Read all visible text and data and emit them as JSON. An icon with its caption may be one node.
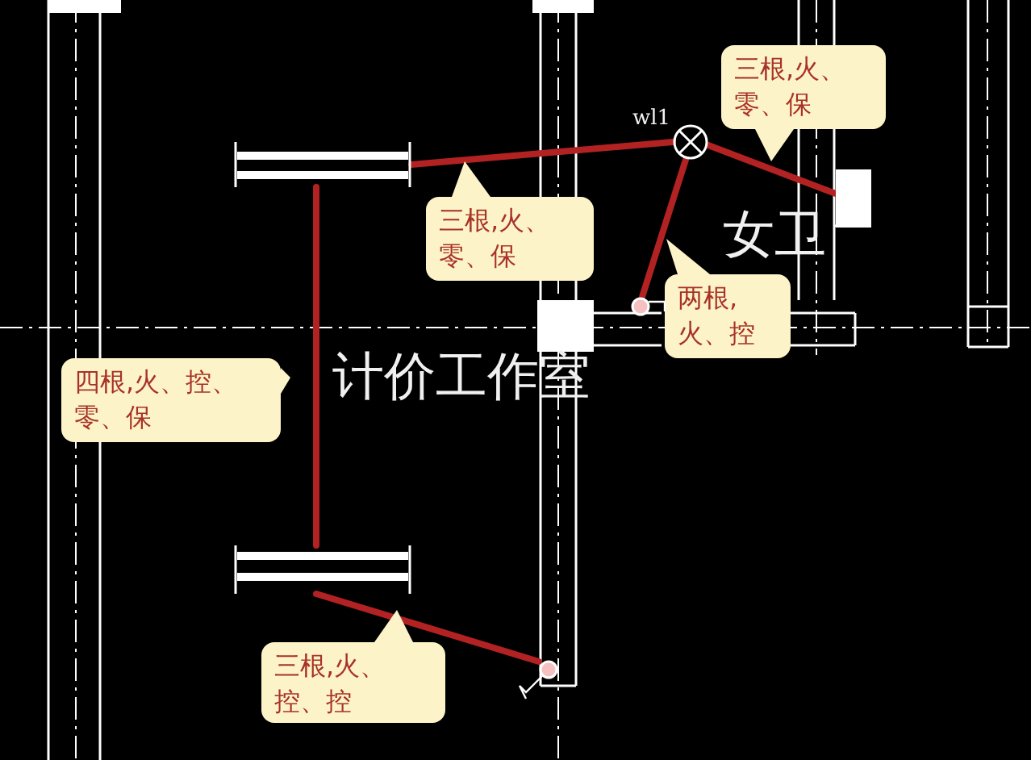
{
  "diagram": {
    "nodes": [
      {
        "text": [
          "三根,火、零、保"
        ]
      },
      {
        "text": [
          "三根,火、零、保"
        ]
      },
      {
        "text": [
          "两根,火、控"
        ]
      },
      {
        "text": [
          "四根,火、控、零、保"
        ]
      },
      {
        "text": [
          "三根,火、控、控"
        ]
      },
      {
        "text": [],
        "shape": "bar"
      },
      {
        "text": [],
        "shape": "circle"
      },
      {
        "text": [],
        "shape": "box"
      },
      {
        "text": [],
        "shape": "circle"
      },
      {
        "text": [],
        "shape": "bar"
      },
      {
        "text": [],
        "shape": "circle"
      }
    ],
    "edges": [
      {
        "from": 5,
        "to": 6,
        "arrow": "none"
      },
      {
        "from": 6,
        "to": 7,
        "arrow": "none"
      },
      {
        "from": 6,
        "to": 8,
        "arrow": "none"
      },
      {
        "from": 5,
        "to": 9,
        "arrow": "none"
      },
      {
        "from": 9,
        "to": 10,
        "arrow": "none"
      }
    ],
    "labels": [
      "wl1",
      "女卫",
      "计价工作室"
    ]
  }
}
